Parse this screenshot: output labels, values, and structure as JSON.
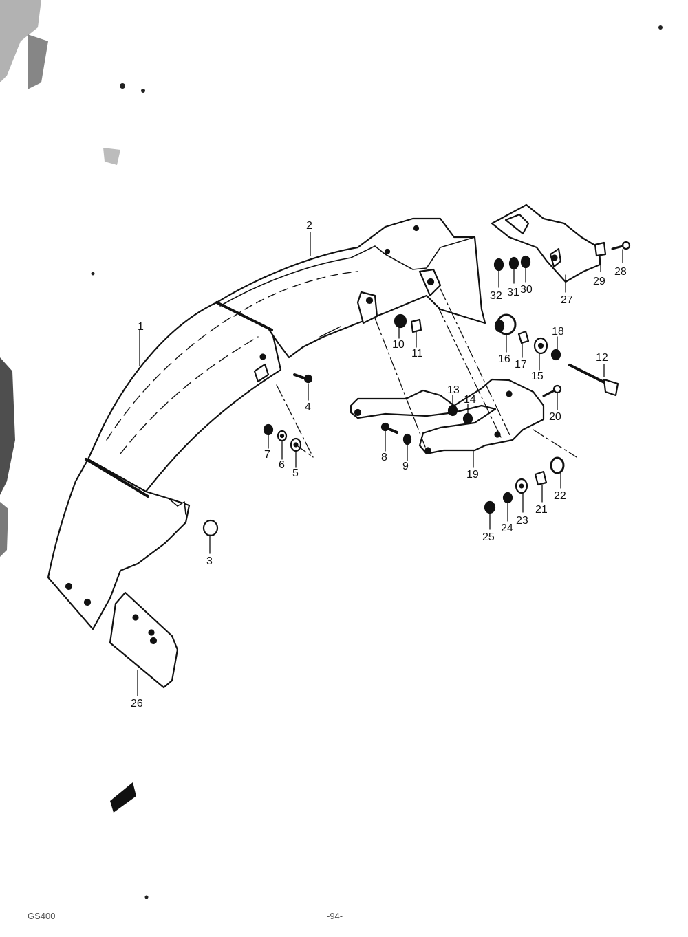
{
  "part_labels": [
    "1",
    "2",
    "3",
    "4",
    "5",
    "6",
    "7",
    "8",
    "9",
    "10",
    "11",
    "12",
    "13",
    "14",
    "15",
    "16",
    "17",
    "18",
    "19",
    "20",
    "21",
    "22",
    "23",
    "24",
    "25",
    "26",
    "27",
    "28",
    "29",
    "30",
    "31",
    "32"
  ],
  "footer": {
    "code": "GS400",
    "page": "-94-"
  }
}
